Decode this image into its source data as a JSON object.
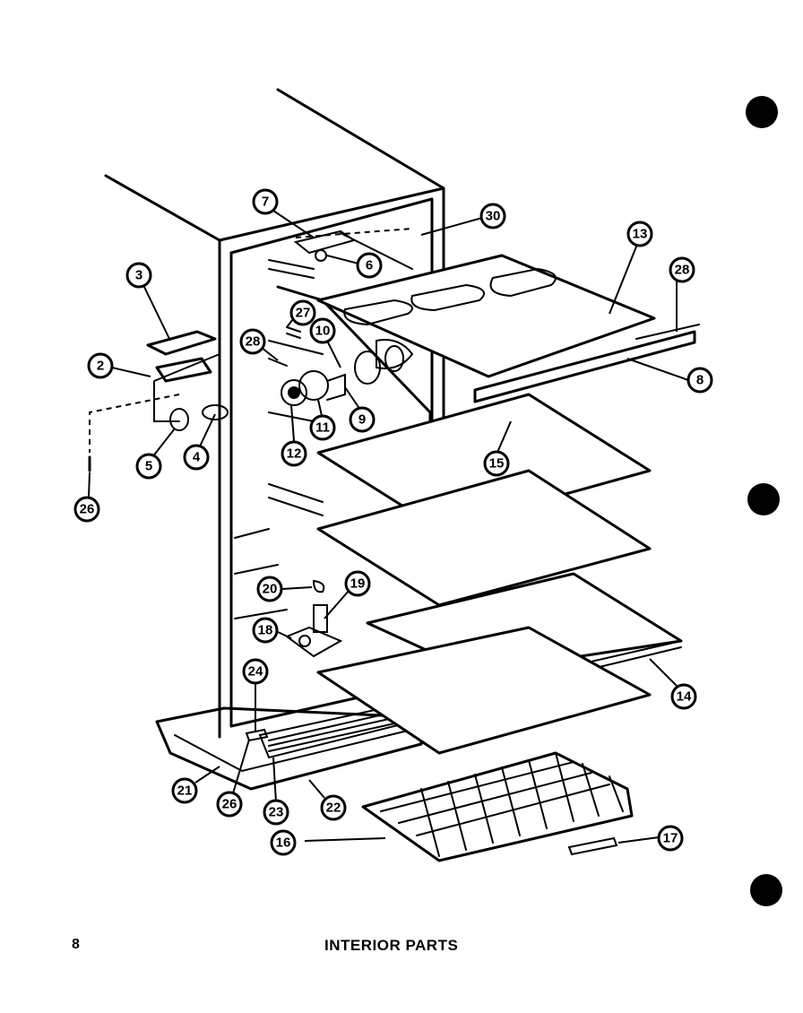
{
  "footer": {
    "page_number": "8",
    "title": "INTERIOR PARTS"
  },
  "callouts": [
    "7",
    "30",
    "13",
    "28",
    "3",
    "6",
    "27",
    "10",
    "28",
    "2",
    "8",
    "9",
    "11",
    "15",
    "5",
    "4",
    "12",
    "26",
    "20",
    "19",
    "18",
    "24",
    "14",
    "21",
    "26",
    "23",
    "22",
    "16",
    "17"
  ]
}
